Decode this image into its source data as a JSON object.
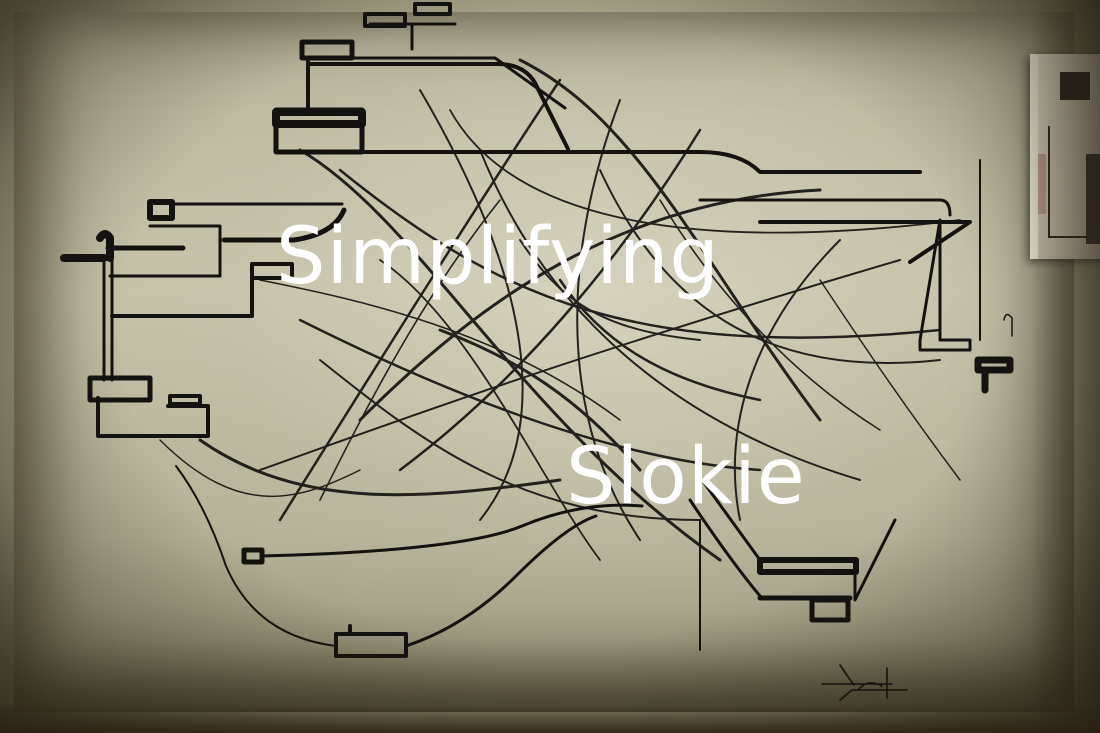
{
  "image": {
    "description": "Photo of a hand-drawn ink circuit/flow diagram on aged paper with tangled connecting lines, overlaid with white title text",
    "colors": {
      "paper": "#c1bda3",
      "ink": "#141210",
      "text": "#ffffff",
      "shadow": "#3a2e1e"
    }
  },
  "overlay": {
    "line1": "Simplifying",
    "line2": "Slokie"
  }
}
